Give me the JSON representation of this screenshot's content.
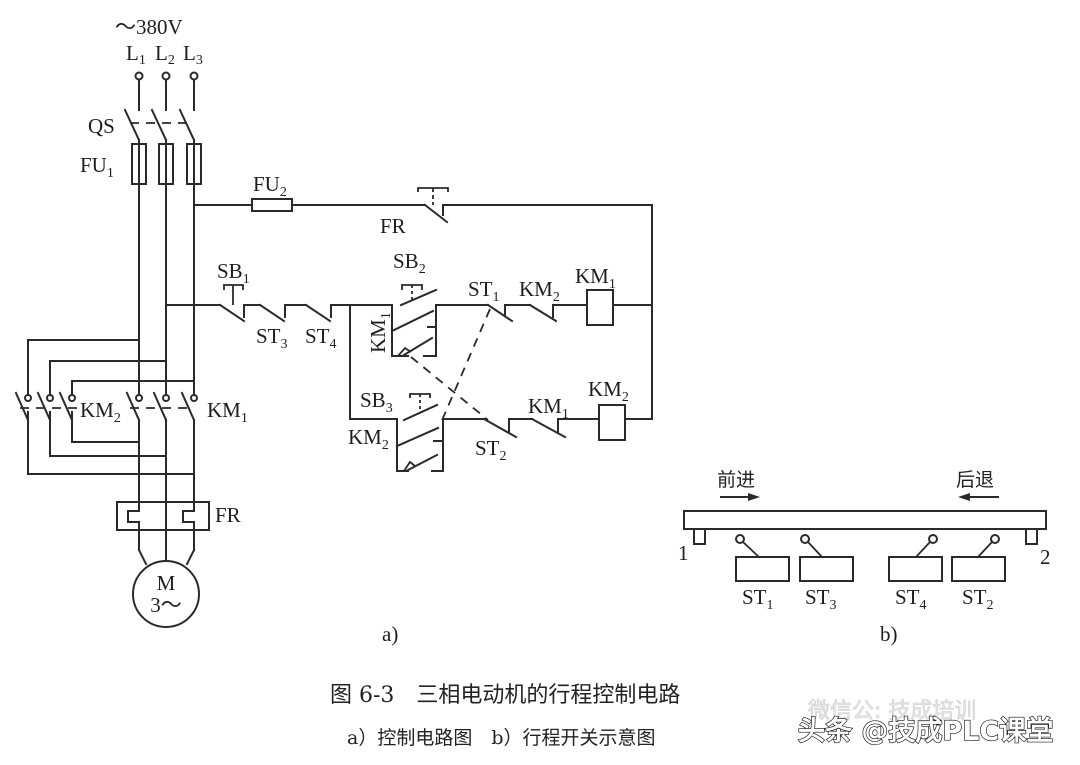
{
  "supply": {
    "voltage": "～380V",
    "phases": [
      {
        "name": "L",
        "sub": "1"
      },
      {
        "name": "L",
        "sub": "2"
      },
      {
        "name": "L",
        "sub": "3"
      }
    ]
  },
  "labels": {
    "qs": "QS",
    "fu1": {
      "name": "FU",
      "sub": "1"
    },
    "fu2": {
      "name": "FU",
      "sub": "2"
    },
    "fr_contact": "FR",
    "fr_thermal": "FR",
    "motor": "M",
    "motor_phase": "3～",
    "km2_main": {
      "name": "KM",
      "sub": "2"
    },
    "km1_main": {
      "name": "KM",
      "sub": "1"
    },
    "sb1": {
      "name": "SB",
      "sub": "1"
    },
    "sb2": {
      "name": "SB",
      "sub": "2"
    },
    "sb3": {
      "name": "SB",
      "sub": "3"
    },
    "st3": {
      "name": "ST",
      "sub": "3"
    },
    "st4": {
      "name": "ST",
      "sub": "4"
    },
    "km1_aux_vertical": {
      "name": "KM",
      "sub": "1"
    },
    "km2_aux": {
      "name": "KM",
      "sub": "2"
    },
    "st1_contact": {
      "name": "ST",
      "sub": "1"
    },
    "km2_interlock": {
      "name": "KM",
      "sub": "2"
    },
    "km1_coil": {
      "name": "KM",
      "sub": "1"
    },
    "st2_contact": {
      "name": "ST",
      "sub": "2"
    },
    "km1_interlock": {
      "name": "KM",
      "sub": "1"
    },
    "km2_coil": {
      "name": "KM",
      "sub": "2"
    },
    "panel_a": "a)",
    "panel_b": "b)"
  },
  "travel": {
    "forward": "前进",
    "backward": "后退",
    "stop1": "1",
    "stop2": "2",
    "switches": [
      {
        "name": "ST",
        "sub": "1"
      },
      {
        "name": "ST",
        "sub": "3"
      },
      {
        "name": "ST",
        "sub": "4"
      },
      {
        "name": "ST",
        "sub": "2"
      }
    ]
  },
  "caption": {
    "title": "图 6-3　三相电动机的行程控制电路",
    "subtitle": "a）控制电路图　b）行程开关示意图"
  },
  "watermark": {
    "faint": "微信公: 技成培训",
    "main": "头条 @技成PLC课堂"
  }
}
